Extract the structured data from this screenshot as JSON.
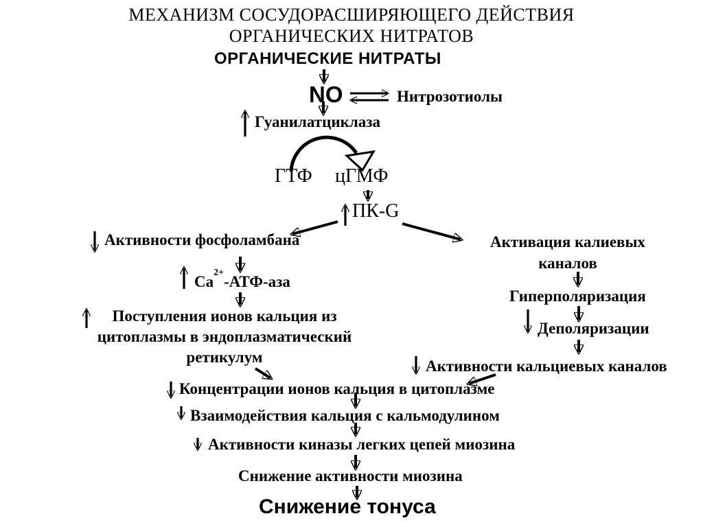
{
  "colors": {
    "ink": "#000000",
    "background": "#ffffff"
  },
  "title": {
    "line1": "МЕХАНИЗМ СОСУДОРАСШИРЯЮЩЕГО ДЕЙСТВИЯ",
    "line2": "ОРГАНИЧЕСКИХ НИТРАТОВ"
  },
  "nodes": {
    "organic_nitrates": {
      "label": "ОРГАНИЧЕСКИЕ НИТРАТЫ"
    },
    "no": {
      "label": "NO"
    },
    "nitrosothiols": {
      "label": "Нитрозотиолы"
    },
    "guanylate_cyclase": {
      "label": "Гуанилатциклаза",
      "prefix_arrow": "increase"
    },
    "gtf": {
      "label": "ГТФ"
    },
    "cgmp": {
      "label": "цГМФ"
    },
    "pk_g": {
      "label": "ПК-G",
      "prefix_arrow": "increase"
    },
    "phospholamban": {
      "label": "Активности фосфоламбана",
      "prefix_arrow": "decrease"
    },
    "ca_atpase": {
      "element": "Ca",
      "superscript": "2+",
      "suffix": "-АТФ-аза",
      "prefix_arrow": "increase"
    },
    "ca_influx": {
      "line1": "Поступления ионов кальция из",
      "line2": "цитоплазмы в эндоплазматический",
      "line3": "ретикулум",
      "prefix_arrow": "increase"
    },
    "k_channels": {
      "line1": "Активация калиевых",
      "line2": "каналов"
    },
    "hyperpolarization": {
      "label": "Гиперполяризация"
    },
    "depolarization": {
      "label": "Деполяризации",
      "prefix_arrow": "decrease"
    },
    "ca_channels": {
      "label": "Активности кальциевых каналов",
      "prefix_arrow": "decrease"
    },
    "ca_concentration": {
      "label": "Концентрации ионов кальция в цитоплазме",
      "prefix_arrow": "decrease"
    },
    "calmodulin": {
      "label": "Взаимодействия кальция с кальмодулином",
      "prefix_arrow": "decrease"
    },
    "mlck": {
      "label": "Активности киназы легких цепей миозина",
      "prefix_arrow": "decrease"
    },
    "myosin": {
      "label": "Снижение активности миозина"
    },
    "tone": {
      "label": "Снижение тонуса"
    }
  }
}
